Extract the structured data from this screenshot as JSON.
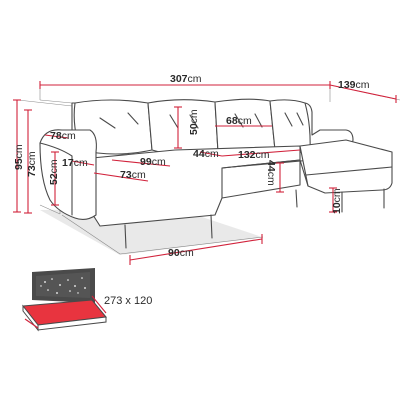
{
  "dimensions": {
    "total_length": {
      "value": "307",
      "unit": "cm"
    },
    "chaise_length": {
      "value": "139",
      "unit": "cm"
    },
    "total_height": {
      "value": "95",
      "unit": "cm"
    },
    "back_height": {
      "value": "73",
      "unit": "cm"
    },
    "armrest_width": {
      "value": "78",
      "unit": "cm"
    },
    "armrest_height": {
      "value": "52",
      "unit": "cm"
    },
    "armrest_thickness": {
      "value": "17",
      "unit": "cm"
    },
    "backrest_cushion_height": {
      "value": "50",
      "unit": "cm"
    },
    "cushion_width": {
      "value": "68",
      "unit": "cm"
    },
    "seat_depth_left": {
      "value": "99",
      "unit": "cm"
    },
    "seat_depth_right": {
      "value": "44",
      "unit": "cm"
    },
    "seat_depth_front": {
      "value": "73",
      "unit": "cm"
    },
    "center_width": {
      "value": "132",
      "unit": "cm"
    },
    "seat_height": {
      "value": "44",
      "unit": "cm"
    },
    "leg_height": {
      "value": "10",
      "unit": "cm"
    },
    "chaise_depth": {
      "value": "90",
      "unit": "cm"
    }
  },
  "sleeping_area": {
    "label": "273 x 120"
  },
  "colors": {
    "accent": "#d1223b",
    "outline": "#4a4a4a",
    "shadow": "#e9e9e9",
    "sleep_fill": "#e8343f"
  }
}
